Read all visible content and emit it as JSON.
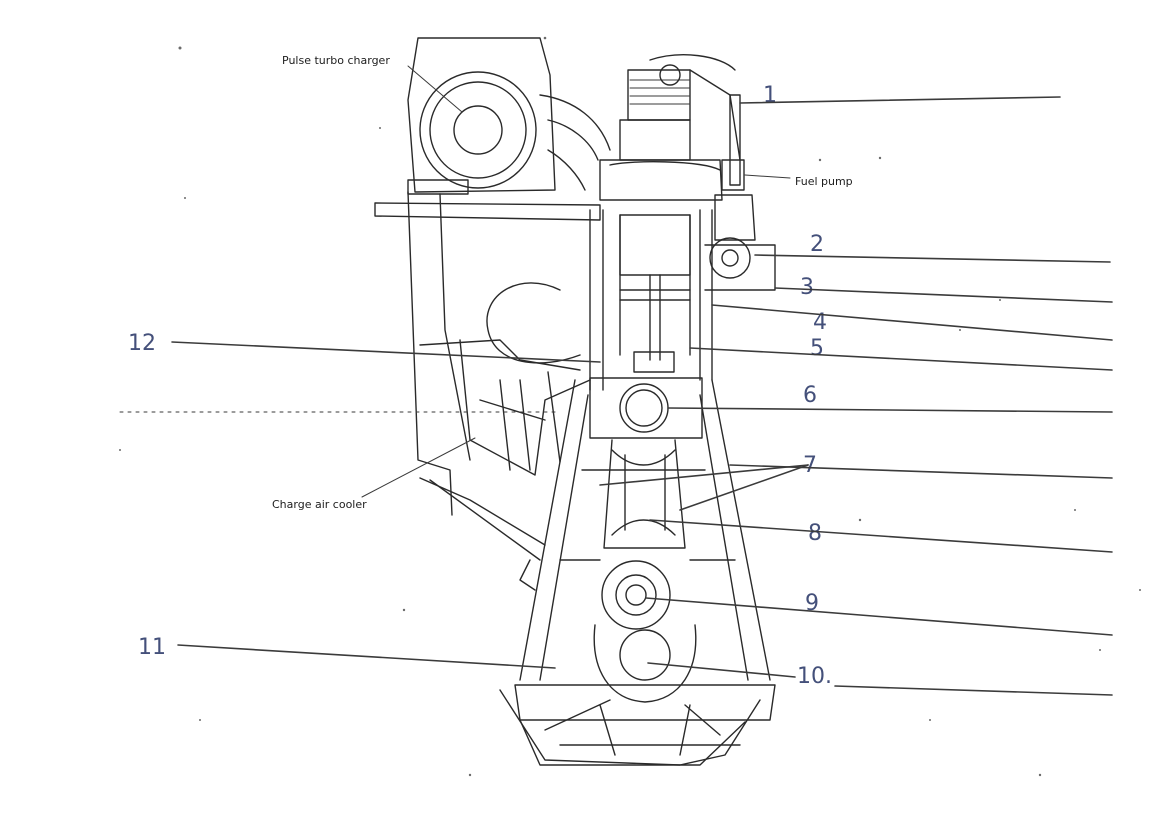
{
  "printed_labels": {
    "turbocharger": "Pulse turbo charger",
    "fuel_pump": "Fuel pump",
    "charge_air_cooler": "Charge air cooler"
  },
  "numbers": {
    "n1": "1",
    "n2": "2",
    "n3": "3",
    "n4": "4",
    "n5": "5",
    "n6": "6",
    "n7": "7",
    "n8": "8",
    "n9": "9",
    "n10": "10.",
    "n11": "11",
    "n12": "12"
  }
}
